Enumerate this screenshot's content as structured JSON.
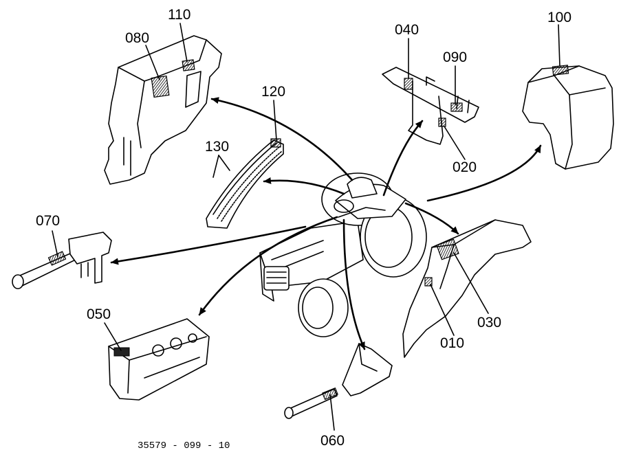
{
  "diagram": {
    "callouts": {
      "c010": "010",
      "c020": "020",
      "c030": "030",
      "c040": "040",
      "c050": "050",
      "c060": "060",
      "c070": "070",
      "c080": "080",
      "c090": "090",
      "c100": "100",
      "c110": "110",
      "c120": "120",
      "c130": "130"
    },
    "drawing_number": "35579 - 099 - 10"
  }
}
